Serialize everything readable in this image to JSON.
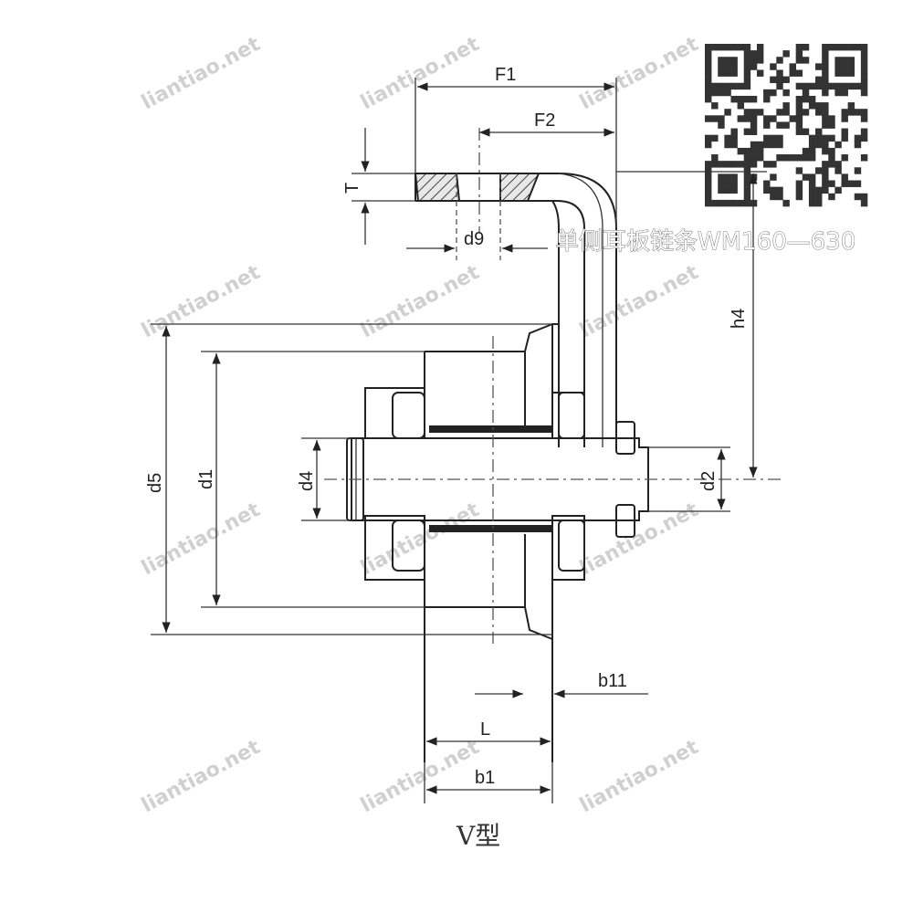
{
  "drawing": {
    "product_title": "单侧耳板链条WM160—630",
    "caption": "V型",
    "dimension_labels": {
      "F1": "F1",
      "F2": "F2",
      "T": "T",
      "d9": "d9",
      "h4": "h4",
      "d5": "d5",
      "d1": "d1",
      "d4": "d4",
      "d2": "d2",
      "b11": "b11",
      "L": "L",
      "b1": "b1"
    },
    "watermark_text": "liantiao.net"
  }
}
